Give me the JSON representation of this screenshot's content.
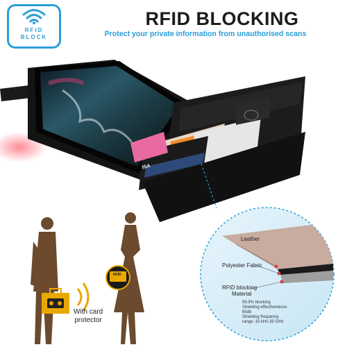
{
  "badge": {
    "line1": "RFID",
    "line2": "BLOCK"
  },
  "header": {
    "title": "RFID BLOCKING",
    "subtitle": "Protect your private information from unauthorised scans"
  },
  "card_brand": "ISA",
  "left_scene": {
    "label_line1": "With card",
    "label_line2": "protector"
  },
  "blocked_tag": "RFID",
  "magnifier": {
    "leather": "Leather",
    "polyester": "Polyester Fabric",
    "rfid_line1": "RFID blocking",
    "rfid_line2": "Material",
    "spec_blocking": "99.9% blocking",
    "spec_effect": "Shielding effectiveness≥",
    "spec_db": "65db",
    "spec_freq": "Shielding frequency",
    "spec_range": "range: 10 kHz-30 GHz"
  },
  "colors": {
    "accent": "#2a9fd8",
    "leather": "#1b1b1b",
    "alert": "#e8a800"
  }
}
